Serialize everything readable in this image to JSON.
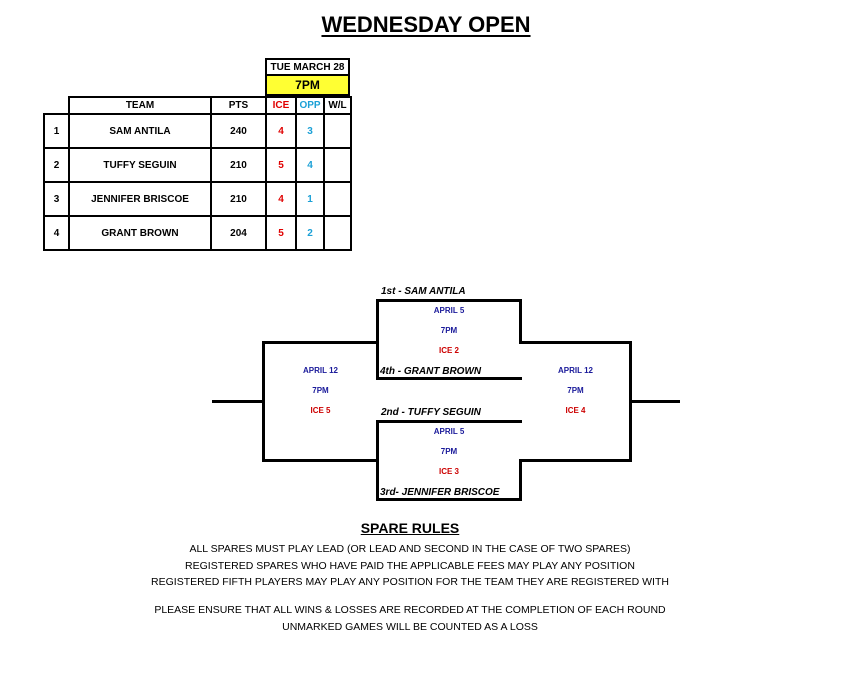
{
  "title": "WEDNESDAY OPEN",
  "schedule": {
    "date": "TUE MARCH 28",
    "time": "7PM",
    "headers": {
      "team": "TEAM",
      "pts": "PTS",
      "ice": "ICE",
      "opp": "OPP",
      "wl": "W/L"
    },
    "rows": [
      {
        "rank": "1",
        "team": "SAM ANTILA",
        "pts": "240",
        "ice": "4",
        "opp": "3",
        "wl": ""
      },
      {
        "rank": "2",
        "team": "TUFFY SEGUIN",
        "pts": "210",
        "ice": "5",
        "opp": "4",
        "wl": ""
      },
      {
        "rank": "3",
        "team": "JENNIFER BRISCOE",
        "pts": "210",
        "ice": "4",
        "opp": "1",
        "wl": ""
      },
      {
        "rank": "4",
        "team": "GRANT BROWN",
        "pts": "204",
        "ice": "5",
        "opp": "2",
        "wl": ""
      }
    ]
  },
  "bracket": {
    "seed1": "1st - SAM ANTILA",
    "seed4": "4th - GRANT BROWN",
    "seed2": "2nd - TUFFY SEGUIN",
    "seed3": "3rd- JENNIFER BRISCOE",
    "top_game": {
      "date": "APRIL 5",
      "time": "7PM",
      "ice": "ICE 2"
    },
    "bottom_game": {
      "date": "APRIL 5",
      "time": "7PM",
      "ice": "ICE 3"
    },
    "left_game": {
      "date": "APRIL 12",
      "time": "7PM",
      "ice": "ICE 5"
    },
    "right_game": {
      "date": "APRIL 12",
      "time": "7PM",
      "ice": "ICE 4"
    }
  },
  "rules": {
    "title": "SPARE RULES",
    "lines": [
      "ALL SPARES MUST PLAY LEAD (OR LEAD AND SECOND IN THE CASE OF TWO SPARES)",
      "REGISTERED SPARES WHO HAVE PAID THE APPLICABLE FEES MAY PLAY ANY POSITION",
      "REGISTERED FIFTH PLAYERS MAY PLAY ANY POSITION FOR THE TEAM THEY ARE REGISTERED WITH",
      "PLEASE ENSURE THAT ALL WINS & LOSSES ARE RECORDED AT THE COMPLETION OF EACH ROUND",
      "UNMARKED GAMES WILL BE COUNTED AS A LOSS"
    ]
  },
  "colors": {
    "highlight": "#ffff33",
    "ice": "#e00000",
    "opp": "#1ba0d6",
    "navy": "#1a1a9a"
  }
}
